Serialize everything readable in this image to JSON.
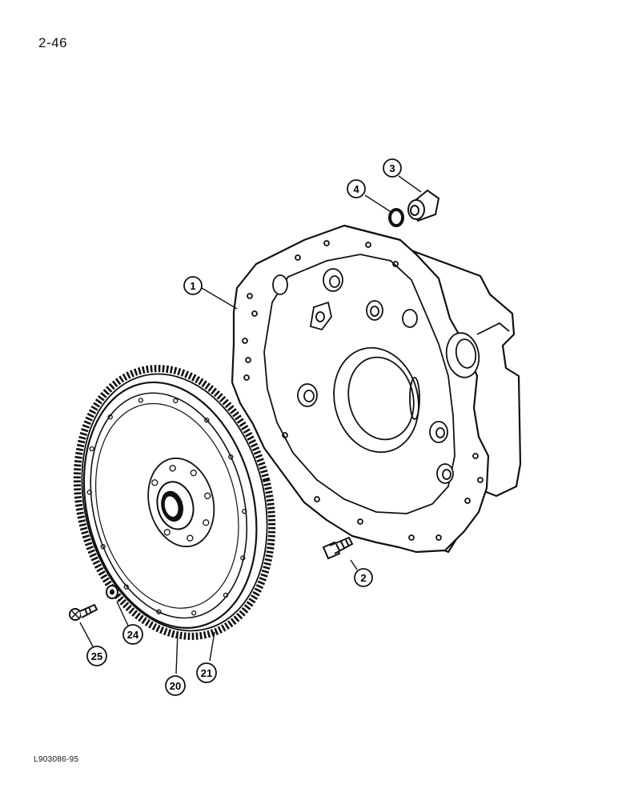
{
  "page_number": "2-46",
  "figure_code": "L903086-95",
  "callouts": [
    {
      "id": "plate",
      "label": "1"
    },
    {
      "id": "bolt",
      "label": "2"
    },
    {
      "id": "plug",
      "label": "3"
    },
    {
      "id": "oring",
      "label": "4"
    },
    {
      "id": "flywheel",
      "label": "20"
    },
    {
      "id": "ringgear",
      "label": "21"
    },
    {
      "id": "washer",
      "label": "24"
    },
    {
      "id": "screw",
      "label": "25"
    }
  ],
  "colors": {
    "ink": "#111111",
    "paper": "#ffffff"
  }
}
